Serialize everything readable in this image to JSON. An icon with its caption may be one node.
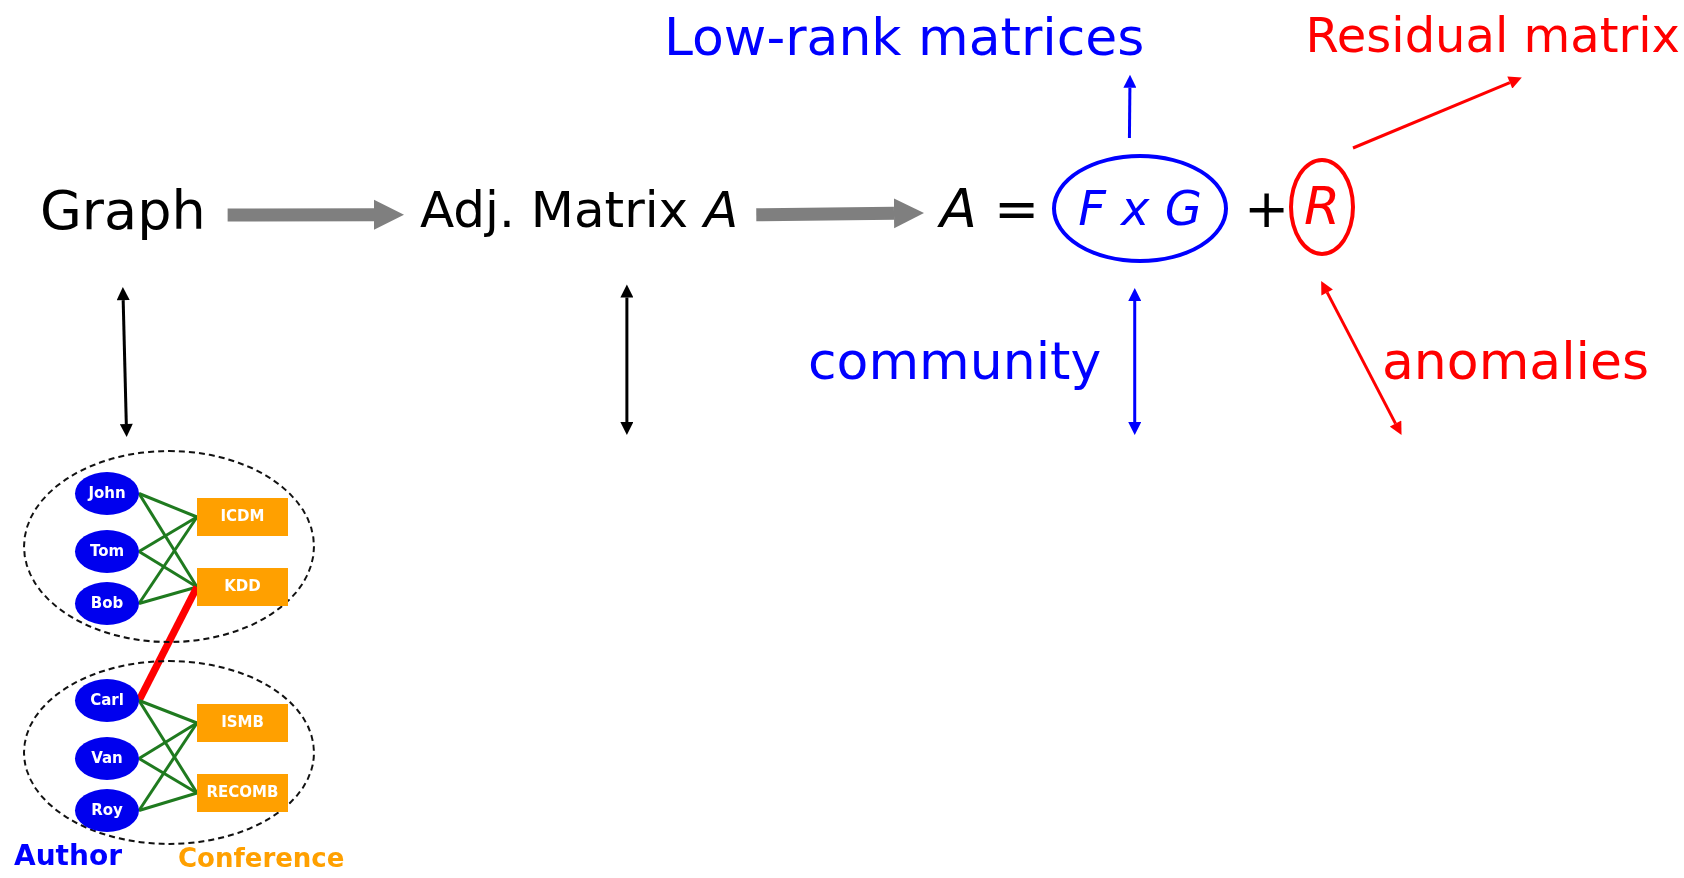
{
  "diagram": {
    "nodes": [
      {
        "text": [
          "Low-rank matrices"
        ]
      },
      {
        "text": [
          "Residual matrix"
        ]
      },
      {
        "text": [
          "Graph"
        ]
      },
      {
        "text": [
          "Adj. Matrix *A*"
        ]
      },
      {
        "text": [
          "A ="
        ]
      },
      {
        "text": [
          "F x G"
        ]
      },
      {
        "text": [
          "R"
        ]
      },
      {
        "text": [],
        "shape": "ellipse"
      },
      {
        "text": [
          "John"
        ],
        "in": 7
      },
      {
        "text": [
          "Tom"
        ],
        "in": 7
      },
      {
        "text": [
          "Bob"
        ],
        "in": 7
      },
      {
        "text": [
          "ICDM"
        ],
        "in": 7
      },
      {
        "text": [
          "KDD"
        ],
        "in": 7
      },
      {
        "text": [],
        "shape": "ellipse"
      },
      {
        "text": [
          "Carl"
        ],
        "in": 13
      },
      {
        "text": [
          "Van"
        ],
        "in": 13
      },
      {
        "text": [
          "Roy"
        ],
        "in": 13
      },
      {
        "text": [
          "ISMB"
        ],
        "in": 13
      },
      {
        "text": [
          "RECOMB"
        ],
        "in": 13
      }
    ],
    "edges": [
      {
        "from": 2,
        "to": 3,
        "arrow": "to",
        "style": "thick",
        "color": "#7f7f7f"
      },
      {
        "from": 3,
        "to": 4,
        "arrow": "to",
        "style": "thick",
        "color": "#7f7f7f"
      },
      {
        "from": 5,
        "to": 0,
        "arrow": "to",
        "color": "#0000ff"
      },
      {
        "from": 6,
        "to": 1,
        "arrow": "to",
        "color": "#ff0000"
      },
      {
        "from": 5,
        "to": null,
        "arrow": "both",
        "label": "community",
        "color": "#0000ff"
      },
      {
        "from": 6,
        "to": null,
        "arrow": "both",
        "label": "anomalies",
        "color": "#ff0000"
      },
      {
        "from": 2,
        "to": 7,
        "arrow": "both",
        "color": "#000000"
      },
      {
        "from": 3,
        "to": null,
        "arrow": "both",
        "color": "#000000"
      },
      {
        "from": 8,
        "to": 11,
        "arrow": "none"
      },
      {
        "from": 8,
        "to": 12,
        "arrow": "none"
      },
      {
        "from": 9,
        "to": 11,
        "arrow": "none"
      },
      {
        "from": 9,
        "to": 12,
        "arrow": "none"
      },
      {
        "from": 10,
        "to": 11,
        "arrow": "none"
      },
      {
        "from": 10,
        "to": 12,
        "arrow": "none"
      },
      {
        "from": 14,
        "to": 12,
        "arrow": "none",
        "style": "thick",
        "color": "#ff0000"
      },
      {
        "from": 14,
        "to": 17,
        "arrow": "none"
      },
      {
        "from": 14,
        "to": 18,
        "arrow": "none"
      },
      {
        "from": 15,
        "to": 17,
        "arrow": "none"
      },
      {
        "from": 15,
        "to": 18,
        "arrow": "none"
      },
      {
        "from": 16,
        "to": 17,
        "arrow": "none"
      },
      {
        "from": 16,
        "to": 18,
        "arrow": "none"
      }
    ],
    "labels": [
      "+",
      "Author",
      "Conference"
    ]
  }
}
